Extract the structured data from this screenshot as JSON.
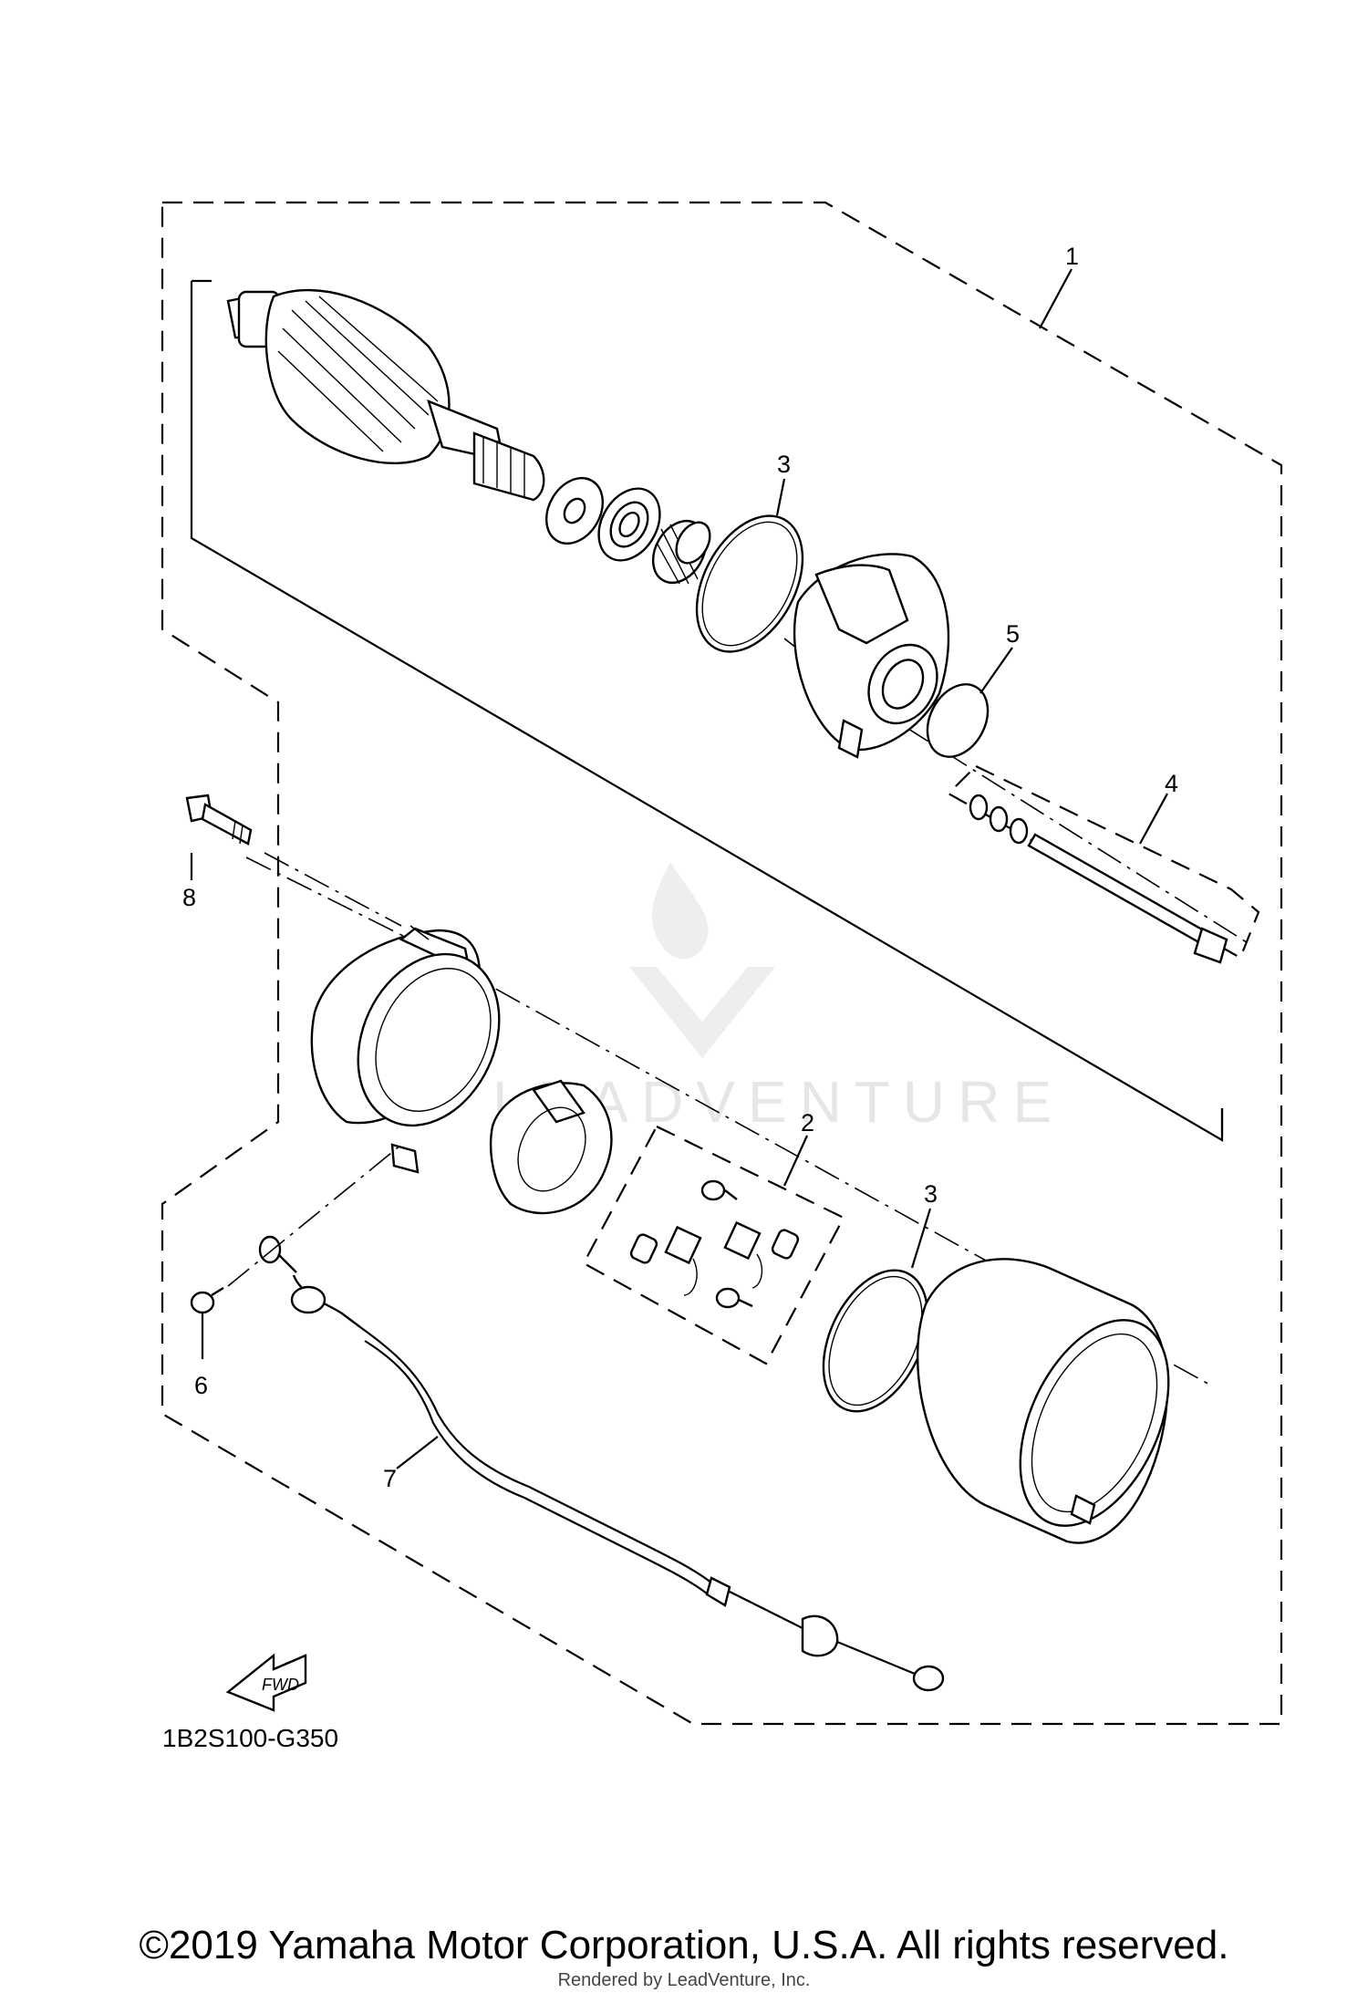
{
  "diagram": {
    "callouts": [
      {
        "id": "1",
        "label": "1"
      },
      {
        "id": "2",
        "label": "2"
      },
      {
        "id": "3a",
        "label": "3"
      },
      {
        "id": "3b",
        "label": "3"
      },
      {
        "id": "4",
        "label": "4"
      },
      {
        "id": "5",
        "label": "5"
      },
      {
        "id": "6",
        "label": "6"
      },
      {
        "id": "7",
        "label": "7"
      },
      {
        "id": "8",
        "label": "8"
      }
    ],
    "fwd_label": "FWD",
    "diagram_code": "1B2S100-G350",
    "watermark": "LEADVENTURE"
  },
  "footer": {
    "copyright": "©2019 Yamaha Motor Corporation, U.S.A. All rights reserved.",
    "rendered_by": "Rendered by LeadVenture, Inc."
  }
}
